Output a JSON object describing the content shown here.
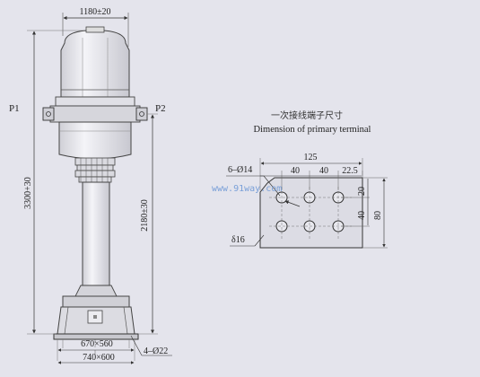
{
  "left_view": {
    "width_dim": "1180±20",
    "terminal_left": "P1",
    "terminal_right": "P2",
    "height_total": "3300+30",
    "height_terminal": "2180±30",
    "base_mount": "670×560",
    "base_outer": "740×600",
    "mount_holes": "4–Ø22"
  },
  "right_view": {
    "title_cn": "一次接线端子尺寸",
    "title_en": "Dimension of primary terminal",
    "width_total": "125",
    "hole_count": "6–Ø14",
    "pitch_x1": "40",
    "pitch_x2": "40",
    "edge_x": "22.5",
    "edge_y": "20",
    "pitch_y": "40",
    "height_total": "80",
    "thickness": "δ16"
  },
  "watermark": "www.91way.com"
}
